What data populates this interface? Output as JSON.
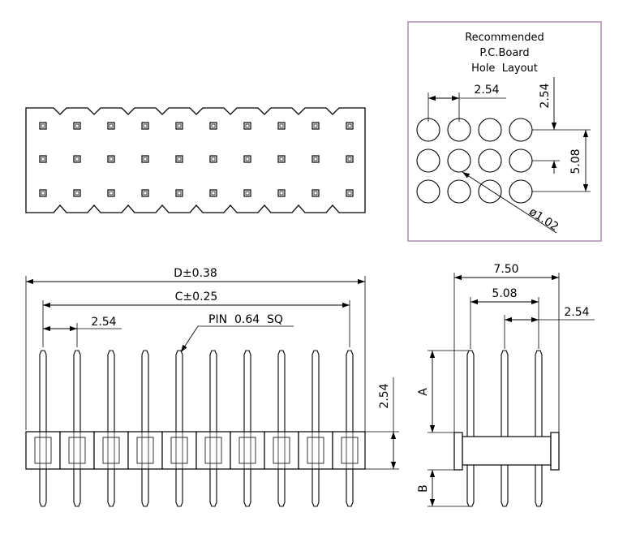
{
  "pcb_layout": {
    "title_lines": [
      "Recommended",
      "P.C.Board",
      "Hole  Layout"
    ],
    "dim_pitch_h": "2.54",
    "dim_pitch_v": "2.54",
    "dim_row_span": "5.08",
    "dim_hole_dia": "ø1.02"
  },
  "front_view": {
    "dim_d": "D±0.38",
    "dim_c": "C±0.25",
    "dim_pitch": "2.54",
    "pin_label": "PIN  0.64  SQ",
    "dim_body_height": "2.54"
  },
  "side_view": {
    "dim_width": "7.50",
    "dim_row_span": "5.08",
    "dim_pitch": "2.54",
    "dim_a": "A",
    "dim_b": "B"
  },
  "colors": {
    "line": "#000000",
    "thin_line": "#333333",
    "frame": "#9b6fa0"
  }
}
